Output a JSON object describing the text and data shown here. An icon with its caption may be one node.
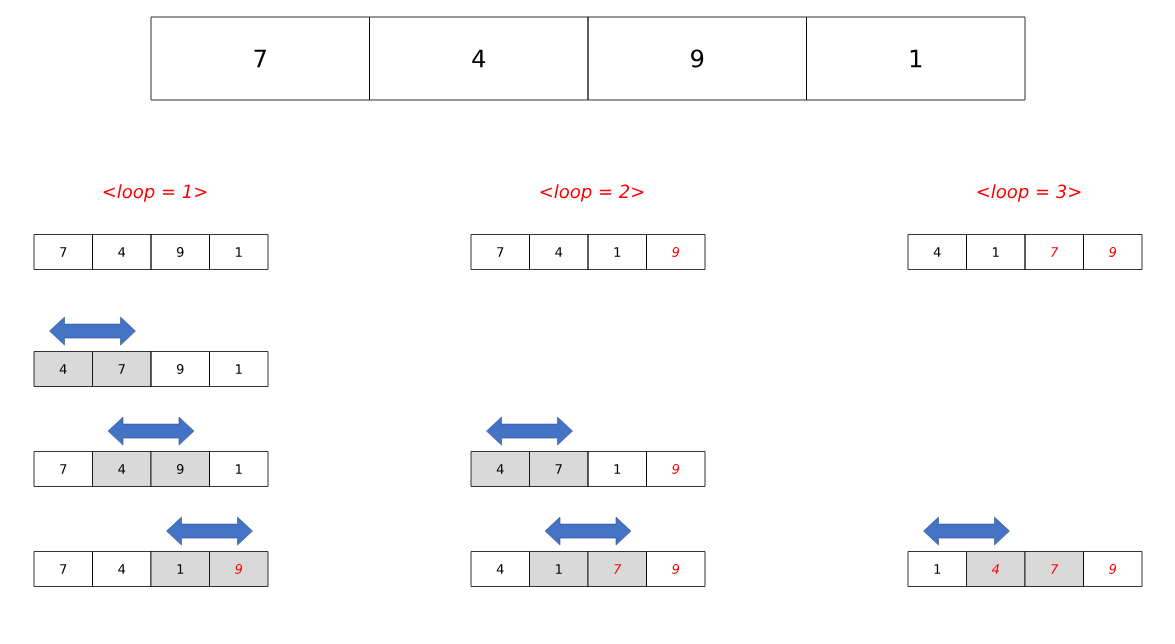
{
  "diagram": {
    "nodes": [
      {
        "text": [
          "7"
        ]
      },
      {
        "text": [
          "4"
        ]
      },
      {
        "text": [
          "9"
        ]
      },
      {
        "text": [
          "1"
        ]
      },
      {
        "text": [
          "7"
        ]
      },
      {
        "text": [
          "4"
        ]
      },
      {
        "text": [
          "9"
        ]
      },
      {
        "text": [
          "1"
        ]
      },
      {
        "text": [
          "7"
        ]
      },
      {
        "text": [
          "4"
        ]
      },
      {
        "text": [
          "1"
        ]
      },
      {
        "text": [
          "9"
        ]
      },
      {
        "text": [
          "4"
        ]
      },
      {
        "text": [
          "1"
        ]
      },
      {
        "text": [
          "7"
        ]
      },
      {
        "text": [
          "9"
        ]
      },
      {
        "text": [
          "4"
        ]
      },
      {
        "text": [
          "7"
        ]
      },
      {
        "text": [
          "9"
        ]
      },
      {
        "text": [
          "1"
        ]
      },
      {
        "text": [
          "7"
        ]
      },
      {
        "text": [
          "4"
        ]
      },
      {
        "text": [
          "9"
        ]
      },
      {
        "text": [
          "1"
        ]
      },
      {
        "text": [
          "4"
        ]
      },
      {
        "text": [
          "7"
        ]
      },
      {
        "text": [
          "1"
        ]
      },
      {
        "text": [
          "9"
        ]
      },
      {
        "text": [
          "7"
        ]
      },
      {
        "text": [
          "4"
        ]
      },
      {
        "text": [
          "1"
        ]
      },
      {
        "text": [
          "9"
        ]
      },
      {
        "text": [
          "4"
        ]
      },
      {
        "text": [
          "1"
        ]
      },
      {
        "text": [
          "7"
        ]
      },
      {
        "text": [
          "9"
        ]
      },
      {
        "text": [
          "1"
        ]
      },
      {
        "text": [
          "4"
        ]
      },
      {
        "text": [
          "7"
        ]
      },
      {
        "text": [
          "9"
        ]
      }
    ],
    "edges": [
      {
        "from": 16,
        "to": 17,
        "arrow": "both"
      },
      {
        "from": 21,
        "to": 22,
        "arrow": "both"
      },
      {
        "from": 24,
        "to": 25,
        "arrow": "both"
      },
      {
        "from": 30,
        "to": 31,
        "arrow": "both"
      },
      {
        "from": 33,
        "to": 34,
        "arrow": "both"
      },
      {
        "from": 36,
        "to": 37,
        "arrow": "both"
      }
    ],
    "labels": [
      "<loop = 1>",
      "<loop = 2>",
      "<loop = 3>"
    ]
  }
}
